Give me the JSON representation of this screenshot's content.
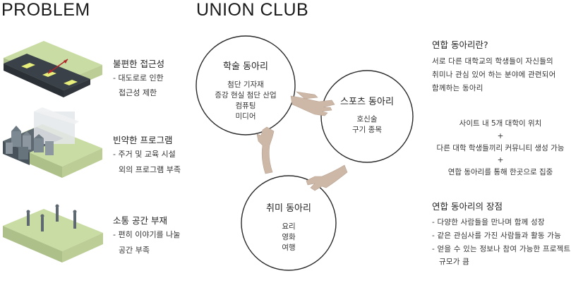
{
  "titles": {
    "problem": "PROBLEM",
    "union": "UNION CLUB"
  },
  "problems": [
    {
      "heading": "불편한 접근성",
      "lines": [
        "- 대도로로 인한",
        "접근성 제한"
      ]
    },
    {
      "heading": "빈약한 프로그램",
      "lines": [
        "- 주거 및 교육 시설",
        "외의 프로그램 부족"
      ]
    },
    {
      "heading": "소통 공간 부재",
      "lines": [
        "- 편히 이야기를 나눌",
        "공간 부족"
      ]
    }
  ],
  "clubs": {
    "academic": {
      "title": "학술 동아리",
      "items": [
        "첨단 기자재",
        "증강 현실 첨단 산업",
        "컴퓨팅",
        "미디어"
      ]
    },
    "sports": {
      "title": "스포츠 동아리",
      "items": [
        "호신술",
        "구기 종목"
      ]
    },
    "hobby": {
      "title": "취미 동아리",
      "items": [
        "요리",
        "영화",
        "여행"
      ]
    }
  },
  "right": {
    "what_heading": "연합 동아리란?",
    "what_lines": [
      "서로 다른 대학교의 학생들이 자신들의",
      "취미나 관심 있어 하는 분야에 관련되어",
      "함께하는 동아리"
    ],
    "center_lines": [
      "사이트 내 5개 대학이 위치",
      "+",
      "다른 대학 학생들끼리 커뮤니티 생성 가능",
      "+",
      "연합 동아리를 통해 한곳으로 집중"
    ],
    "merit_heading": "연합 동아리의 장점",
    "merit_lines": [
      "- 다양한 사람들을 만나며 함께 성장",
      "- 같은 관심사를 가진 사람들과 활동 가능",
      "- 얻을 수 있는 정보나 참여 가능한 프로젝트",
      "규모가 큼"
    ]
  },
  "colors": {
    "grass": "#c9dca3",
    "grass_side": "#b9cc90",
    "road": "#3a4148",
    "road_mark": "#e8ef7a",
    "building": "#7d8992",
    "hand": "#cdb8a8",
    "arrow": "#b0242a"
  }
}
